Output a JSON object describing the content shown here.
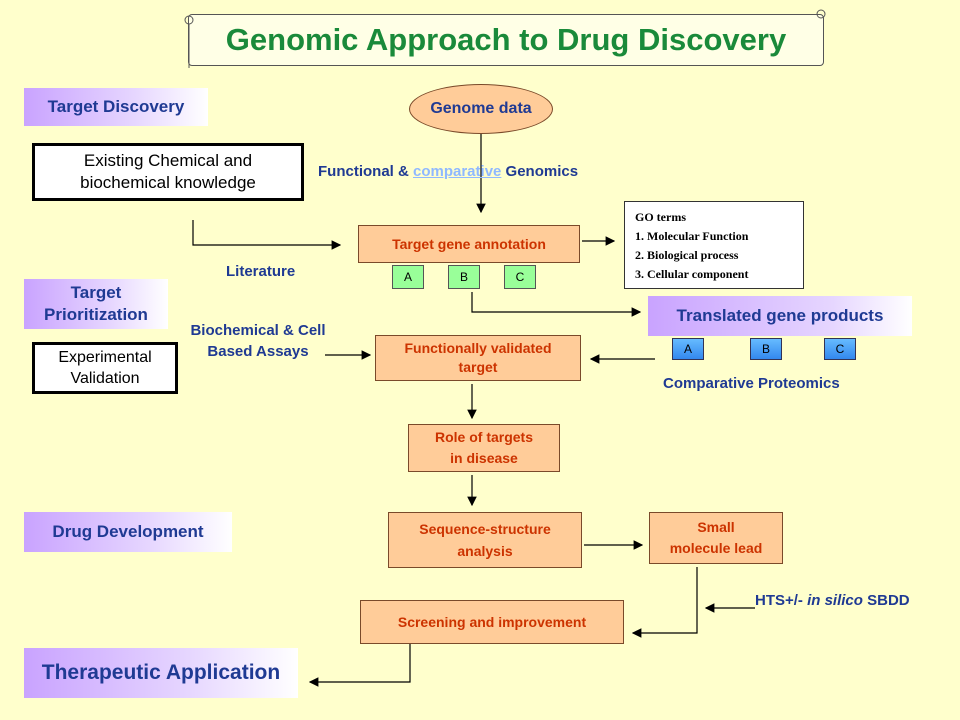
{
  "title": "Genomic Approach to Drug Discovery",
  "sections": {
    "target_discovery": "Target Discovery",
    "target_prioritization_line1": "Target",
    "target_prioritization_line2": "Prioritization",
    "drug_development": "Drug Development",
    "therapeutic_application": "Therapeutic Application"
  },
  "nodes": {
    "genome_data": "Genome data",
    "existing_knowledge_line1": "Existing Chemical and",
    "existing_knowledge_line2": "biochemical knowledge",
    "target_gene_annotation": "Target gene annotation",
    "functionally_validated_line1": "Functionally validated",
    "functionally_validated_line2": "target",
    "role_of_targets_line1": "Role of targets",
    "role_of_targets_line2": "in disease",
    "sequence_structure_line1": "Sequence-structure",
    "sequence_structure_line2": "analysis",
    "small_molecule_line1": "Small",
    "small_molecule_line2": "molecule lead",
    "screening": "Screening and improvement",
    "experimental_validation_line1": "Experimental",
    "experimental_validation_line2": "Validation",
    "translated_gene_products": "Translated gene products"
  },
  "labels": {
    "functional_prefix": "Functional & ",
    "comparative_link": "comparative",
    "genomics_suffix": " Genomics",
    "literature": "Literature",
    "biochemical_line1": "Biochemical & Cell",
    "biochemical_line2": "Based Assays",
    "comparative_proteomics": "Comparative Proteomics",
    "hts_prefix": "HTS+/- ",
    "in_silico": "in silico",
    "sbdd": " SBDD"
  },
  "abc_annotation": [
    "A",
    "B",
    "C"
  ],
  "abc_proteins": [
    "A",
    "B",
    "C"
  ],
  "go_terms": {
    "heading": "GO terms",
    "items": [
      "1. Molecular Function",
      "2. Biological process",
      "3. Cellular component"
    ]
  },
  "colors": {
    "background": "#ffffcc",
    "title": "#1a8a3a",
    "section_text": "#1f3a93",
    "orange_fill": "#ffcc99",
    "orange_text": "#cc3300"
  }
}
